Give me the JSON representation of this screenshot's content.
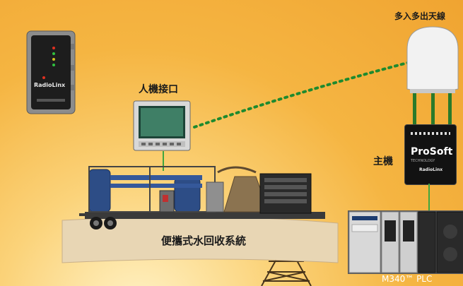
{
  "labels": {
    "mimo_antenna": "多入多出天線",
    "hmi": "人機接口",
    "master": "主機",
    "system": "便攜式水回收系統",
    "plc": "M340™ PLC"
  },
  "devices": {
    "radio_brand": "RadioLinx",
    "prosoft_brand": "ProSoft",
    "prosoft_sub": "TECHNOLOGY",
    "prosoft_product": "RadioLinx"
  },
  "colors": {
    "wireless_link": "#1e8a2e",
    "cable": "#3fa63f",
    "ground": "#e8d6b4"
  }
}
